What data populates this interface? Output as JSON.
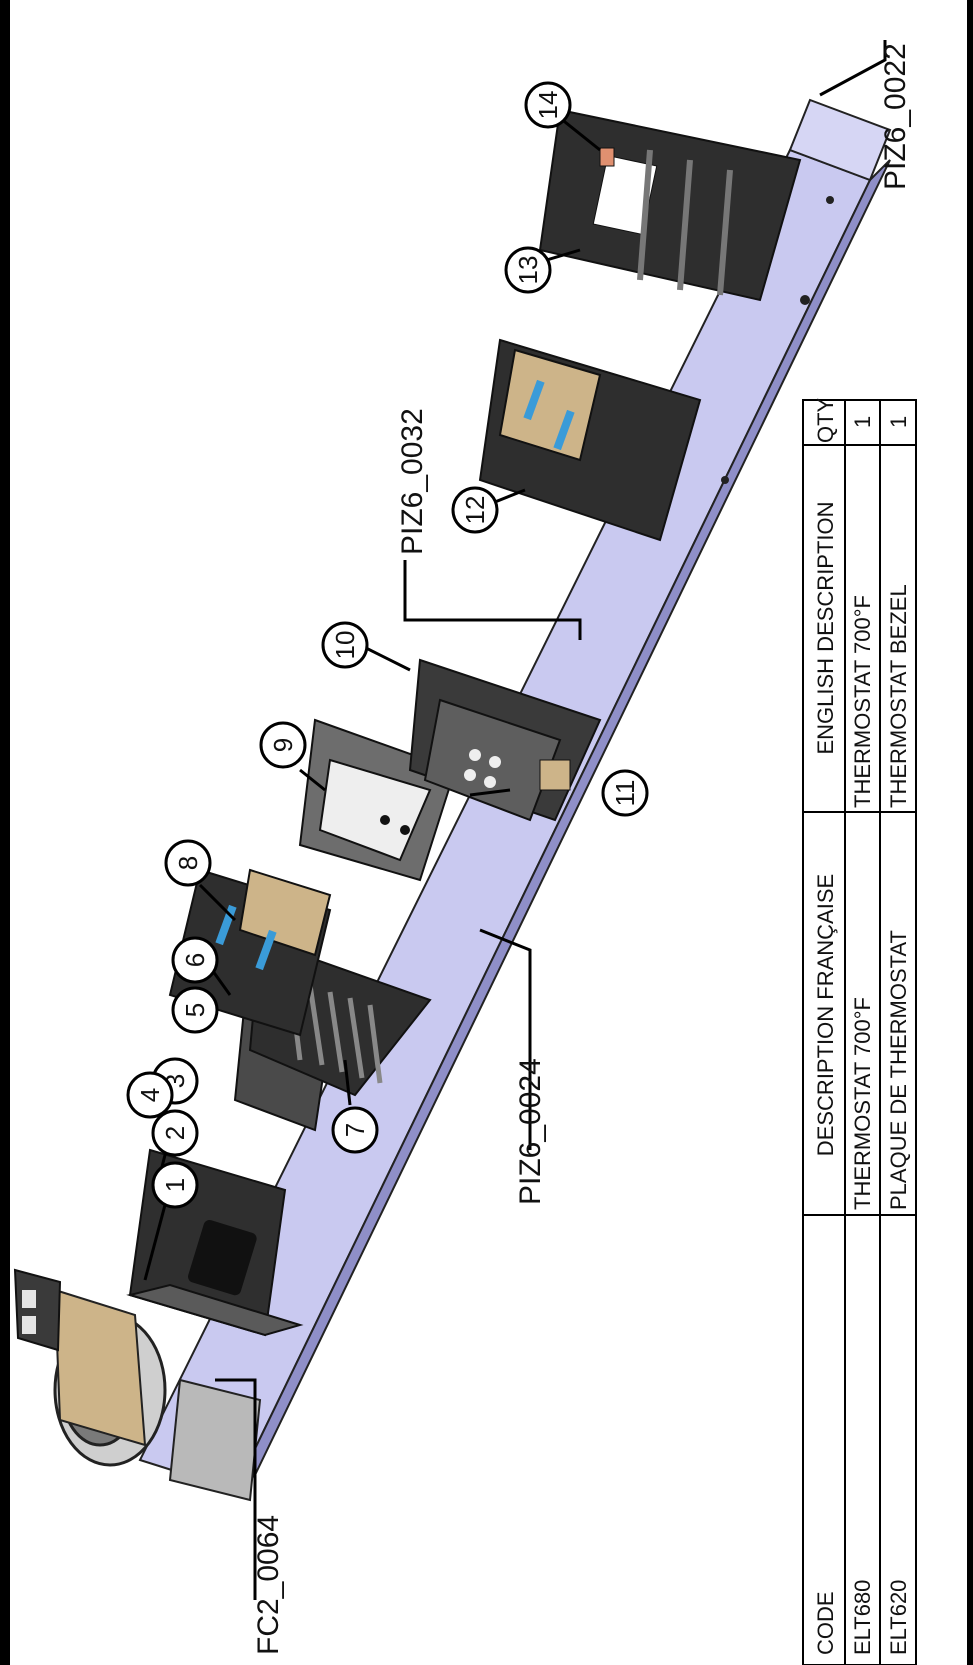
{
  "callouts": [
    "1",
    "2",
    "3",
    "4",
    "5",
    "6",
    "7",
    "8",
    "9",
    "10",
    "11",
    "12",
    "13",
    "14"
  ],
  "references": {
    "piz6_0022": "PIZ6_0022",
    "piz6_0032": "PIZ6_0032",
    "piz6_0024": "PIZ6_0024",
    "fc2_0064": "FC2_0064"
  },
  "table": {
    "headers": {
      "code": "CODE",
      "fr": "DESCRIPTION FRANÇAISE",
      "en": "ENGLISH DESCRIPTION",
      "qty": "QTY"
    },
    "rows": [
      {
        "code": "ELT680",
        "fr": "THERMOSTAT 700°F",
        "en": "THERMOSTAT 700°F",
        "qty": "1"
      },
      {
        "code": "ELT620",
        "fr": "PLAQUE DE THERMOSTAT",
        "en": "THERMOSTAT BEZEL",
        "qty": "1"
      }
    ]
  },
  "colors": {
    "plate": "#c9c9f0",
    "plate_edge": "#8f8fc8",
    "component_dark": "#2e2e2e",
    "component_mid": "#5a5a5a",
    "tan": "#cdb489",
    "accent_blue": "#3a9bd8"
  }
}
